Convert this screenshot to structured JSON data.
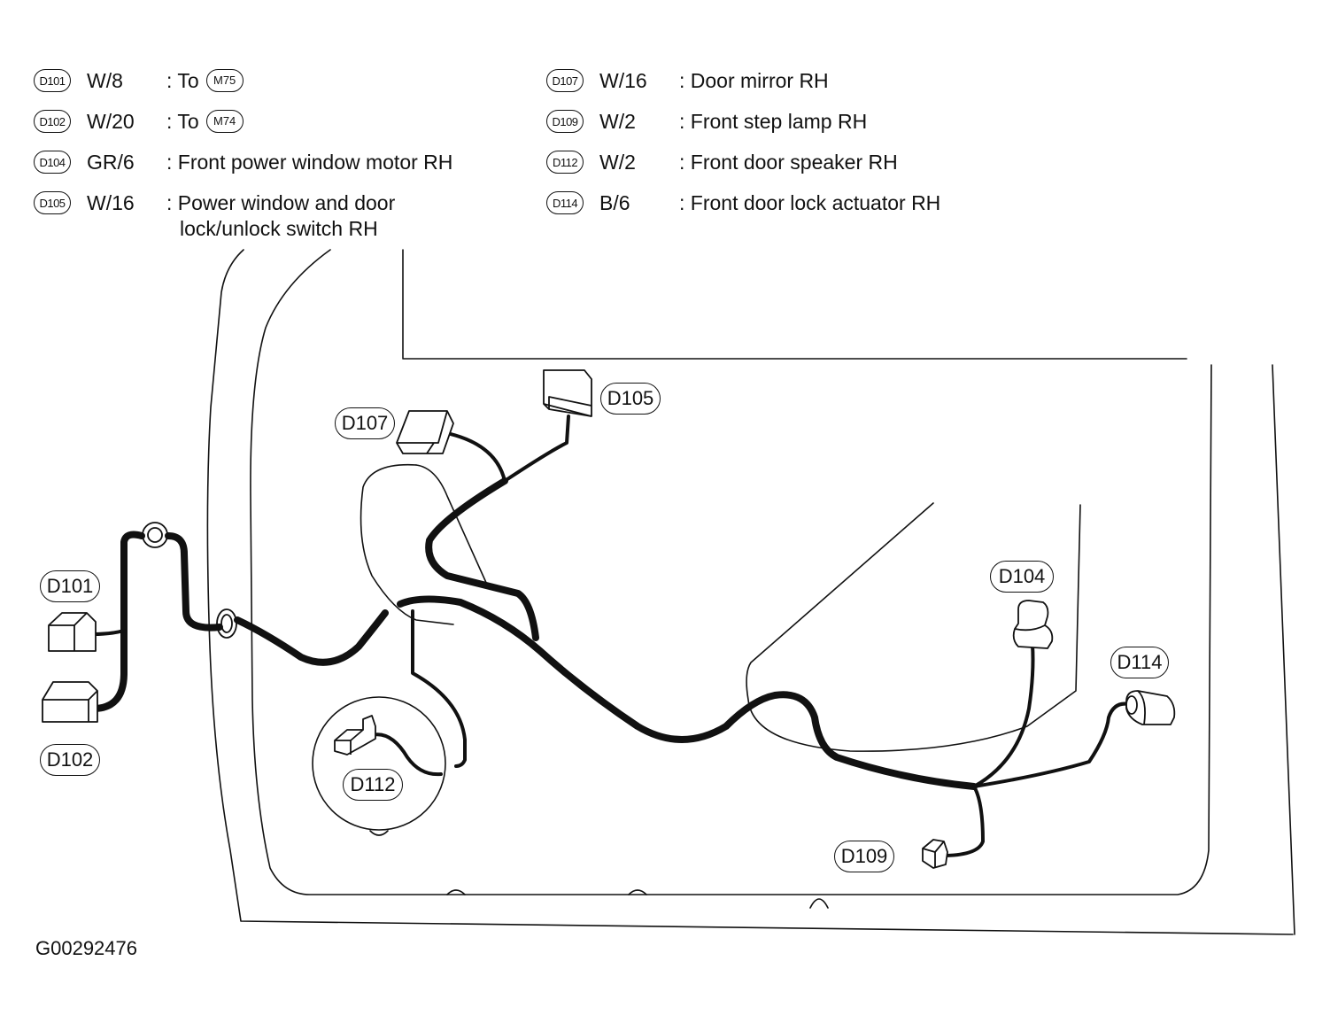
{
  "legend": {
    "left": [
      {
        "id": "D101",
        "wire": "W/8",
        "desc_pre": ": To",
        "to": "M75"
      },
      {
        "id": "D102",
        "wire": "W/20",
        "desc_pre": ": To",
        "to": "M74"
      },
      {
        "id": "D104",
        "wire": "GR/6",
        "desc": ": Front power window motor RH"
      },
      {
        "id": "D105",
        "wire": "W/16",
        "desc": ": Power window and door",
        "desc_line2": "lock/unlock switch RH"
      }
    ],
    "right": [
      {
        "id": "D107",
        "wire": "W/16",
        "desc": ": Door mirror RH"
      },
      {
        "id": "D109",
        "wire": "W/2",
        "desc": ": Front step lamp RH"
      },
      {
        "id": "D112",
        "wire": "W/2",
        "desc": ": Front door speaker RH"
      },
      {
        "id": "D114",
        "wire": "B/6",
        "desc": ": Front door lock actuator RH"
      }
    ]
  },
  "connectors": {
    "d101": "D101",
    "d102": "D102",
    "d104": "D104",
    "d105": "D105",
    "d107": "D107",
    "d109": "D109",
    "d112": "D112",
    "d114": "D114"
  },
  "figure_code": "G00292476",
  "colors": {
    "line": "#111111",
    "background": "#ffffff"
  }
}
